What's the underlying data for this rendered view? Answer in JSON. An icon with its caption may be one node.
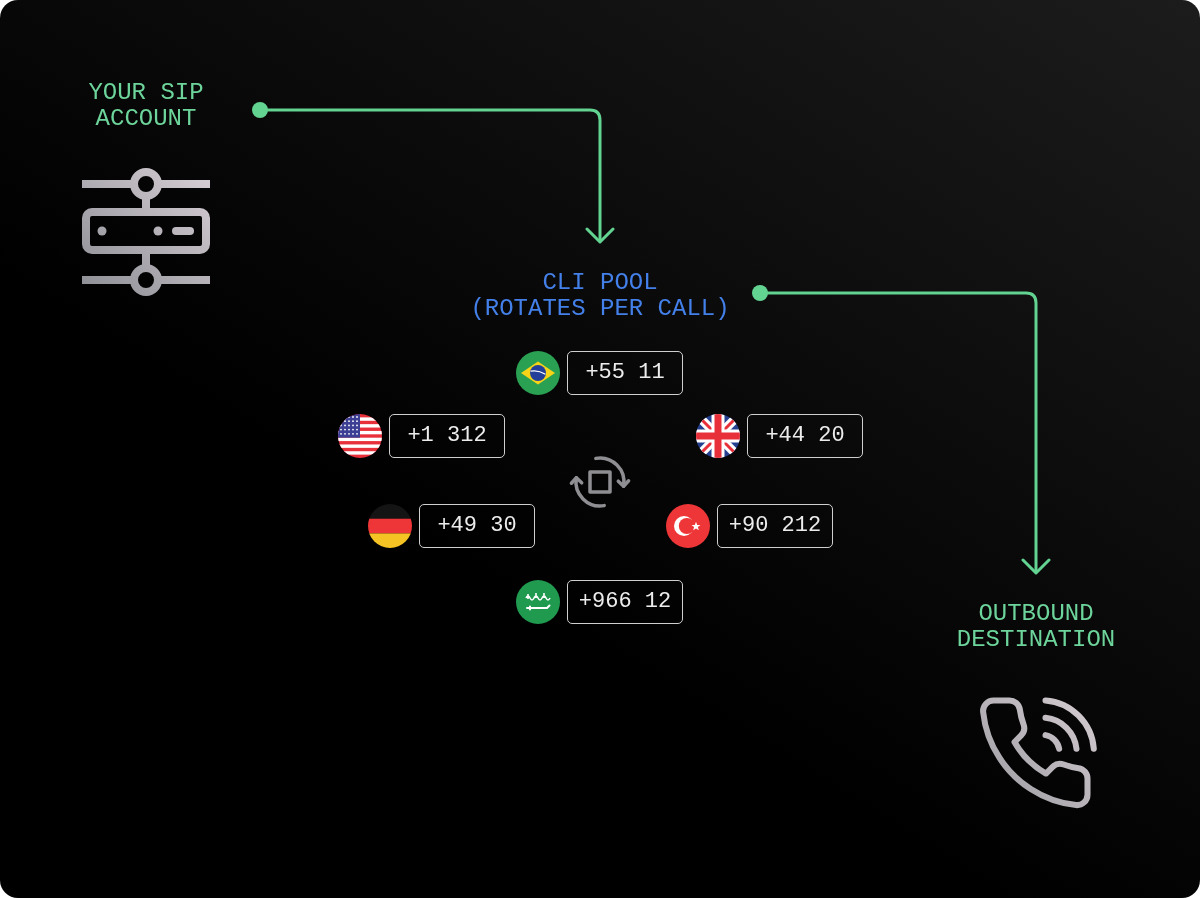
{
  "diagram": {
    "nodes": [
      {
        "text": [
          "YOUR SIP ACCOUNT"
        ]
      },
      {
        "text": [
          "CLI POOL",
          "(ROTATES PER CALL)"
        ]
      },
      {
        "text": [
          "+55 11"
        ]
      },
      {
        "text": [
          "+1 312"
        ]
      },
      {
        "text": [
          "+44 20"
        ]
      },
      {
        "text": [
          "+49 30"
        ]
      },
      {
        "text": [
          "+90 212"
        ]
      },
      {
        "text": [
          "+966 12"
        ]
      },
      {
        "text": [
          "OUTBOUND DESTINATION"
        ]
      }
    ],
    "edges": [
      {
        "from": 0,
        "to": 1,
        "arrow": "to"
      },
      {
        "from": 1,
        "to": 8,
        "arrow": "to"
      }
    ]
  }
}
